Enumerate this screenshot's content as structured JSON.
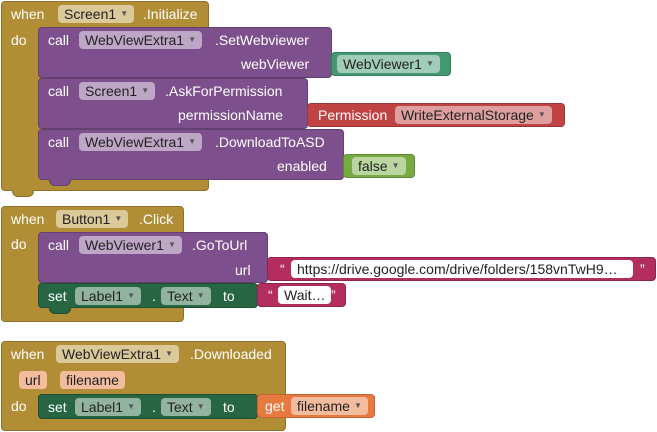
{
  "event1": {
    "when": "when",
    "component": "Screen1",
    "event": ".Initialize",
    "do": "do",
    "call1": {
      "call": "call",
      "component": "WebViewExtra1",
      "method": ".SetWebviewer",
      "param": "webViewer",
      "value": "WebViewer1"
    },
    "call2": {
      "call": "call",
      "component": "Screen1",
      "method": ".AskForPermission",
      "param": "permissionName",
      "perm_label": "Permission",
      "perm_value": "WriteExternalStorage"
    },
    "call3": {
      "call": "call",
      "component": "WebViewExtra1",
      "method": ".DownloadToASD",
      "param": "enabled",
      "value": "false"
    }
  },
  "event2": {
    "when": "when",
    "component": "Button1",
    "event": ".Click",
    "do": "do",
    "call1": {
      "call": "call",
      "component": "WebViewer1",
      "method": ".GoToUrl",
      "param": "url",
      "value": "https://drive.google.com/drive/folders/158vnTwH9…"
    },
    "set1": {
      "set": "set",
      "component": "Label1",
      "dot": ".",
      "property": "Text",
      "to": "to",
      "value": "Wait…"
    }
  },
  "event3": {
    "when": "when",
    "component": "WebViewExtra1",
    "event": ".Downloaded",
    "param1": "url",
    "param2": "filename",
    "do": "do",
    "set1": {
      "set": "set",
      "component": "Label1",
      "dot": ".",
      "property": "Text",
      "to": "to",
      "get": "get",
      "value": "filename"
    }
  },
  "quote_open": "“",
  "quote_close": "”",
  "dropdown_arrow": "▼",
  "colors": {
    "event": "#b18e35",
    "procedure": "#7d4f8d",
    "setter": "#266643",
    "component": "#439970",
    "permission": "#bf4343",
    "text": "#b32d5e",
    "logic": "#77ab41",
    "variable": "#e8793f"
  }
}
